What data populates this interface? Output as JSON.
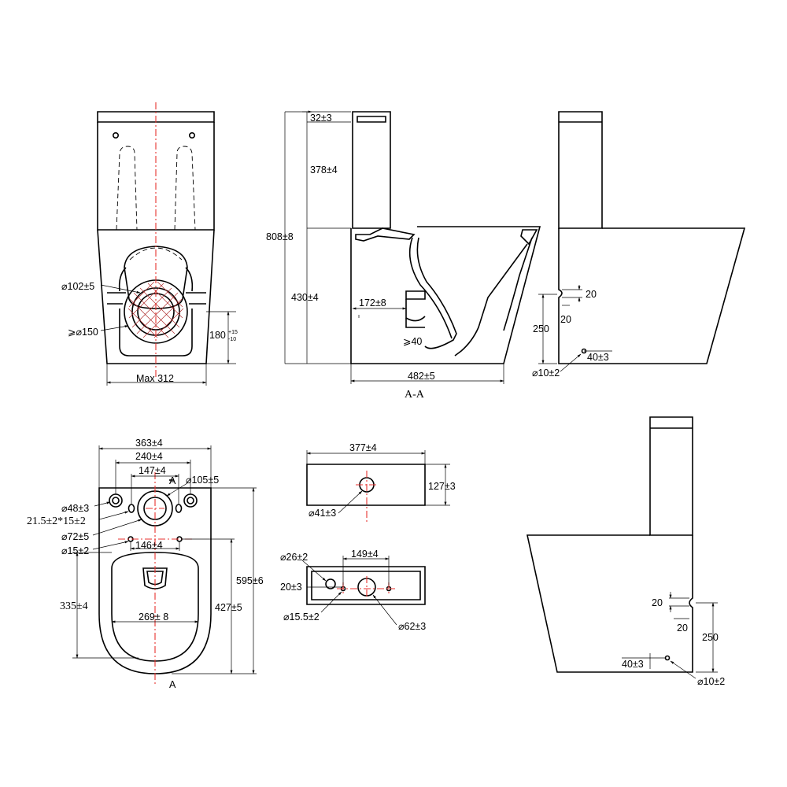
{
  "colors": {
    "outline": "#000000",
    "centerline": "#e8322f",
    "hatch": "#b03030"
  },
  "front_view": {
    "dim_pipe_dia": "⌀102±5",
    "dim_cover": "⩾⌀150",
    "dim_pipe_height": "180",
    "dim_pipe_height_plus": "+15",
    "dim_pipe_height_minus": "-10",
    "dim_width": "Max 312"
  },
  "section_view": {
    "dim_lid": "32±3",
    "dim_tank": "378±4",
    "dim_total_height": "808±8",
    "dim_bowl": "430±4",
    "dim_outlet_height": "172±8",
    "dim_outlet_min": "⩾40",
    "dim_depth": "482±5",
    "caption": "A-A"
  },
  "side_view_top": {
    "dim_notch_a": "20",
    "dim_notch_b": "20",
    "dim_height": "250",
    "dim_hole_offset": "40±3",
    "dim_hole_dia": "⌀10±2"
  },
  "top_view": {
    "dim_overall_width": "363±4",
    "dim_fix_spacing": "240±4",
    "dim_bolt_spacing": "147±4",
    "section_marker": "A",
    "section_marker_bottom": "A",
    "dim_inlet_dia": "⌀105±5",
    "dim_fix_hole": "⌀48±3",
    "dim_slot": "21.5±2*15±2",
    "dim_outlet_dia": "⌀72±5",
    "dim_small_hole": "⌀15±2",
    "dim_small_spacing": "146±4",
    "dim_seat_width": "269± 8",
    "dim_depth_left": "335±4",
    "dim_depth_right_inner": "427±5",
    "dim_depth_right_outer": "595±6"
  },
  "tank_side": {
    "dim_width": "377±4",
    "dim_height": "127±3",
    "dim_hole": "⌀41±3"
  },
  "tank_top": {
    "dim_hole_a": "⌀26±2",
    "dim_spacing": "149±4",
    "dim_edge": "20±3",
    "dim_small": "⌀15.5±2",
    "dim_big": "⌀62±3"
  },
  "side_view_bottom": {
    "dim_notch_a": "20",
    "dim_notch_b": "20",
    "dim_height": "250",
    "dim_hole_offset": "40±3",
    "dim_hole_dia": "⌀10±2"
  }
}
